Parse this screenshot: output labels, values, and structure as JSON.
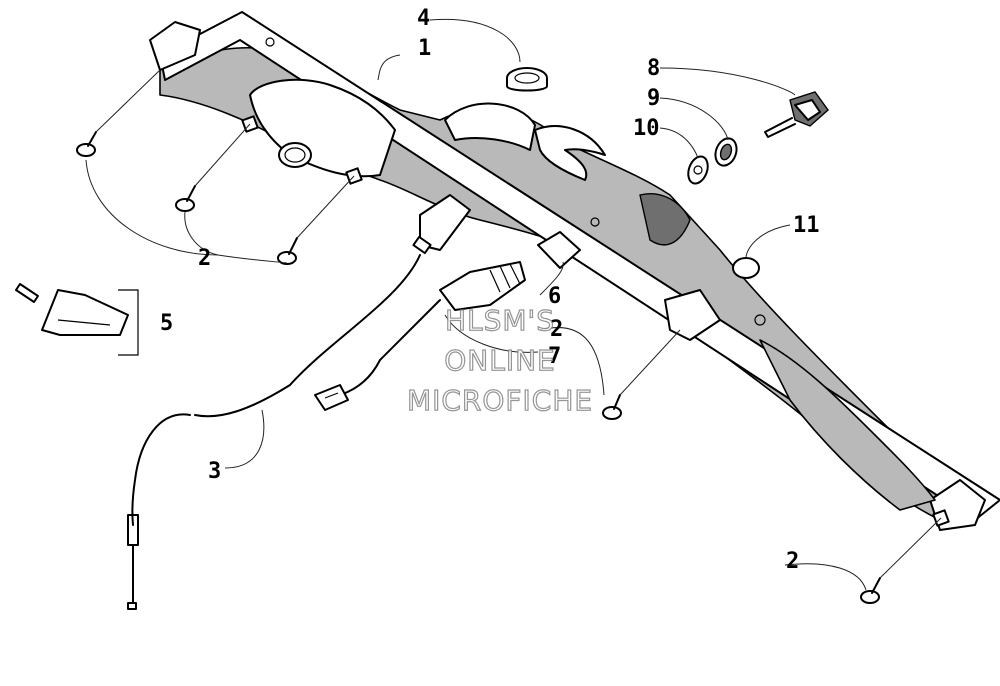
{
  "callouts": [
    {
      "id": "c1",
      "text": "1"
    },
    {
      "id": "c2a",
      "text": "2"
    },
    {
      "id": "c2b",
      "text": "2"
    },
    {
      "id": "c2c",
      "text": "2"
    },
    {
      "id": "c3",
      "text": "3"
    },
    {
      "id": "c4",
      "text": "4"
    },
    {
      "id": "c5",
      "text": "5"
    },
    {
      "id": "c6",
      "text": "6"
    },
    {
      "id": "c7",
      "text": "7"
    },
    {
      "id": "c8",
      "text": "8"
    },
    {
      "id": "c9",
      "text": "9"
    },
    {
      "id": "c10",
      "text": "10"
    },
    {
      "id": "c11",
      "text": "11"
    }
  ],
  "watermark": {
    "line1": "HLSM'S",
    "line2": "ONLINE",
    "line3": "MICROFICHE"
  }
}
